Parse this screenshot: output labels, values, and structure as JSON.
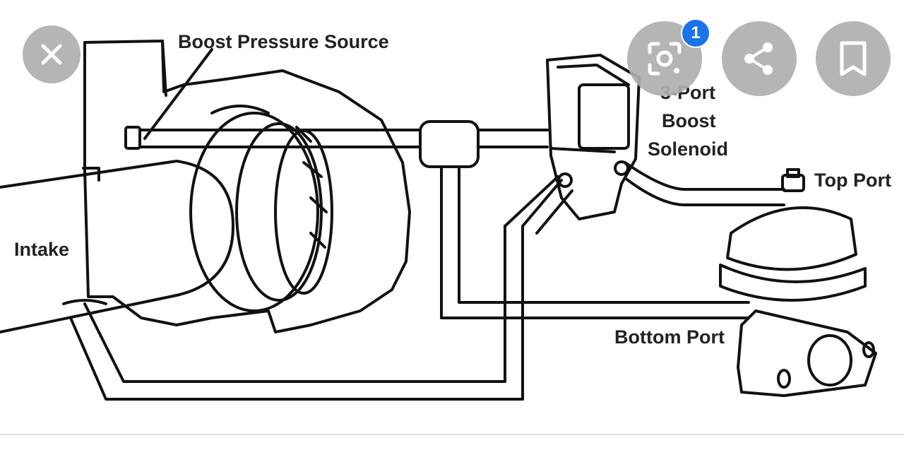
{
  "viewer": {
    "close_icon": "close-icon",
    "lens_icon": "google-lens-icon",
    "lens_badge": "1",
    "share_icon": "share-icon",
    "save_icon": "bookmark-icon",
    "button_color": "#afafaf",
    "badge_color": "#1a73e8"
  },
  "diagram": {
    "labels": {
      "boost_source": "Boost Pressure Source",
      "solenoid_line1": "3-Port",
      "solenoid_line2": "Boost",
      "solenoid_line3": "Solenoid",
      "top_port": "Top Port",
      "intake": "Intake",
      "bottom_port": "Bottom Port"
    }
  }
}
